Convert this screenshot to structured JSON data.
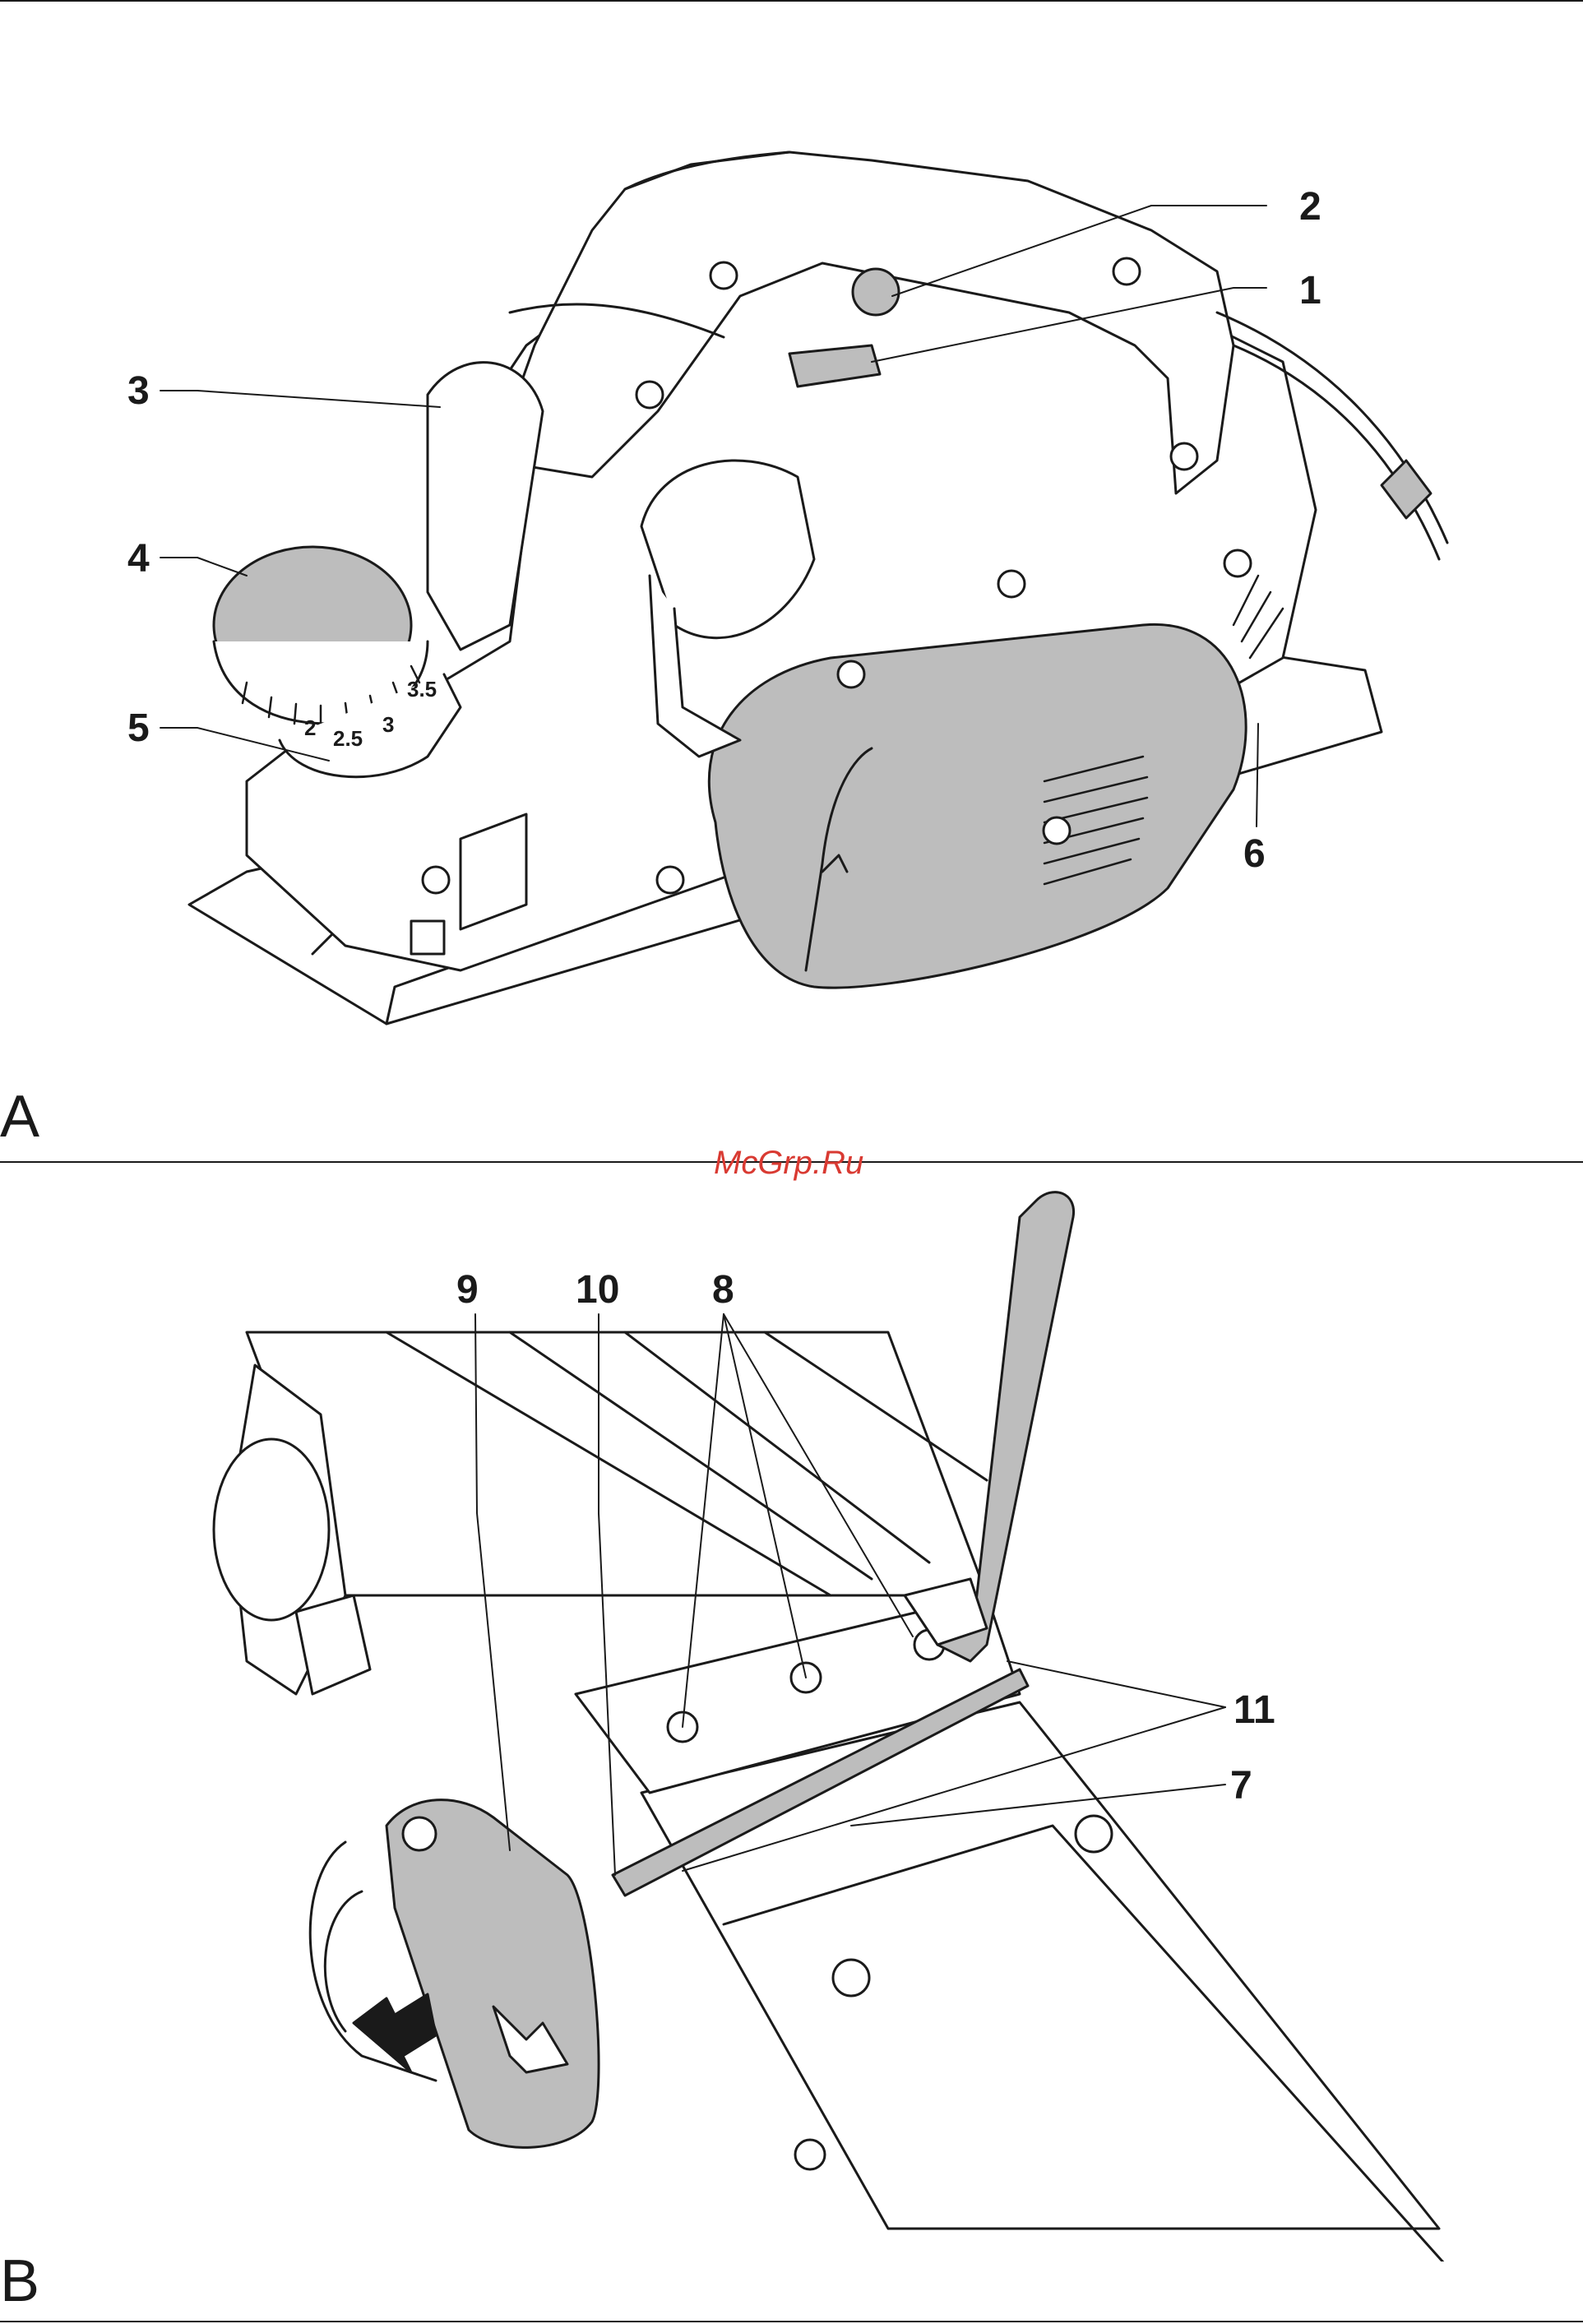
{
  "watermark": "McGrp.Ru",
  "figure_a": {
    "panel_label": "A",
    "callouts": {
      "c1": "1",
      "c2": "2",
      "c3": "3",
      "c4": "4",
      "c5": "5",
      "c6": "6"
    },
    "dial_scale": [
      "2",
      "2.5",
      "3",
      "3.5"
    ]
  },
  "figure_b": {
    "panel_label": "B",
    "callouts": {
      "c7": "7",
      "c8": "8",
      "c9": "9",
      "c10": "10",
      "c11": "11"
    }
  },
  "colors": {
    "line": "#1a1a1a",
    "fill_grey": "#bdbdbd",
    "watermark": "#d93a32"
  }
}
